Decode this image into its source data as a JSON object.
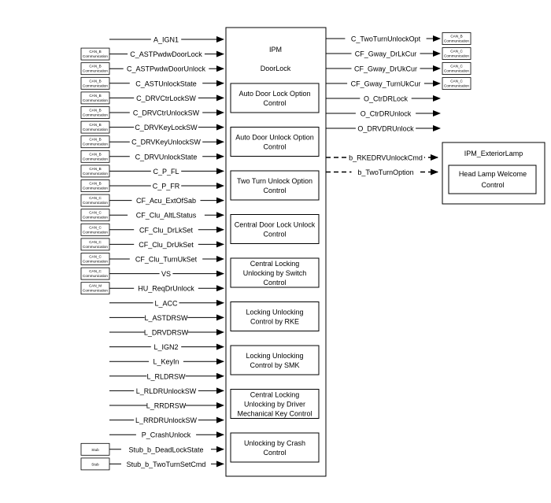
{
  "ipm": {
    "title": "IPM",
    "subtitle": "DoorLock"
  },
  "can_labels": {
    "b": [
      "CAN_B",
      "Communication"
    ],
    "c": [
      "CAN_C",
      "Communication"
    ],
    "m": [
      "CAN_M",
      "Communication"
    ],
    "stub": "Stub"
  },
  "inputs": [
    {
      "label": "A_IGN1",
      "src": null
    },
    {
      "label": "C_ASTPwdwDoorLock",
      "src": "b"
    },
    {
      "label": "C_ASTPwdwDoorUnlock",
      "src": "b"
    },
    {
      "label": "C_ASTUnlockState",
      "src": "b"
    },
    {
      "label": "C_DRVCtrLockSW",
      "src": "b"
    },
    {
      "label": "C_DRVCtrUnlockSW",
      "src": "b"
    },
    {
      "label": "C_DRVKeyLockSW",
      "src": "b"
    },
    {
      "label": "C_DRVKeyUnlockSW",
      "src": "b"
    },
    {
      "label": "C_DRVUnlockState",
      "src": "b"
    },
    {
      "label": "C_P_FL",
      "src": "b"
    },
    {
      "label": "C_P_FR",
      "src": "b"
    },
    {
      "label": "CF_Acu_ExtOfSab",
      "src": "c"
    },
    {
      "label": "CF_Clu_AltLStatus",
      "src": "c"
    },
    {
      "label": "CF_Clu_DrLkSet",
      "src": "c"
    },
    {
      "label": "CF_Clu_DrUkSet",
      "src": "c"
    },
    {
      "label": "CF_Clu_TurnUkSet",
      "src": "c"
    },
    {
      "label": "VS",
      "src": "c"
    },
    {
      "label": "HU_ReqDrUnlock",
      "src": "m"
    },
    {
      "label": "L_ACC",
      "src": null
    },
    {
      "label": "L_ASTDRSW",
      "src": null
    },
    {
      "label": "L_DRVDRSW",
      "src": null
    },
    {
      "label": "L_IGN2",
      "src": null
    },
    {
      "label": "L_KeyIn",
      "src": null
    },
    {
      "label": "L_RLDRSW",
      "src": null
    },
    {
      "label": "L_RLDRUnlockSW",
      "src": null
    },
    {
      "label": "L_RRDRSW",
      "src": null
    },
    {
      "label": "L_RRDRUnlockSW",
      "src": null
    },
    {
      "label": "P_CrashUnlock",
      "src": null
    },
    {
      "label": "Stub_b_DeadLockState",
      "src": "stub"
    },
    {
      "label": "Stub_b_TwoTurnSetCmd",
      "src": "stub"
    }
  ],
  "blocks": [
    {
      "lines": [
        "Auto Door Lock Option",
        "Control"
      ]
    },
    {
      "lines": [
        "Auto Door Unlock Option",
        "Control"
      ]
    },
    {
      "lines": [
        "Two Turn Unlock Option",
        "Control"
      ]
    },
    {
      "lines": [
        "Central Door Lock Unlock",
        "Control"
      ]
    },
    {
      "lines": [
        "Central Locking",
        "Unlocking by Switch",
        "Control"
      ]
    },
    {
      "lines": [
        "Locking Unlocking",
        "Control by RKE"
      ]
    },
    {
      "lines": [
        "Locking Unlocking",
        "Control by SMK"
      ]
    },
    {
      "lines": [
        "Central Locking",
        "Unlocking by Driver",
        "Mechanical Key Control"
      ]
    },
    {
      "lines": [
        "Unlocking by Crash",
        "Control"
      ]
    }
  ],
  "outputs": [
    {
      "label": "C_TwoTurnUnlockOpt",
      "dst": "b"
    },
    {
      "label": "CF_Gway_DrLkCur",
      "dst": "c"
    },
    {
      "label": "CF_Gway_DrUkCur",
      "dst": "c"
    },
    {
      "label": "CF_Gway_TurnUkCur",
      "dst": "c"
    },
    {
      "label": "O_CtrDRLock",
      "dst": null
    },
    {
      "label": "O_CtrDRUnlock",
      "dst": null
    },
    {
      "label": "O_DRVDRUnlock",
      "dst": null
    }
  ],
  "dashed_outputs": [
    {
      "label": "b_RKEDRVUnlockCmd"
    },
    {
      "label": "b_TwoTurnOption"
    }
  ],
  "exterior_lamp": {
    "title": "IPM_ExteriorLamp",
    "block_lines": [
      "Head Lamp Welcome",
      "Control"
    ]
  }
}
